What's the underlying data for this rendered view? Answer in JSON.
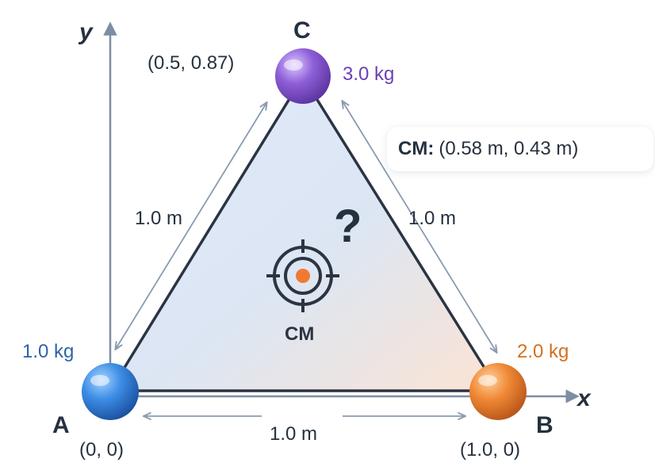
{
  "vertices": {
    "a": {
      "letter": "A",
      "coord": "(0, 0)",
      "mass": "1.0 kg"
    },
    "b": {
      "letter": "B",
      "coord": "(1.0, 0)",
      "mass": "2.0 kg"
    },
    "c": {
      "letter": "C",
      "coord": "(0.5, 0.87)",
      "mass": "3.0 kg"
    }
  },
  "axes": {
    "x": "x",
    "y": "y"
  },
  "sides": {
    "left": "1.0 m",
    "right": "1.0 m",
    "bottom": "1.0 m"
  },
  "center_of_mass": {
    "label": "CM",
    "question": "?",
    "result_prefix": "CM:",
    "result_value": "(0.58 m, 0.43 m)"
  },
  "colors": {
    "mass_a": "#2f6fbf",
    "mass_b": "#e07a2a",
    "mass_c": "#7b4fc4",
    "outline": "#2b3442",
    "axis": "#7d8ea3",
    "cm_dot": "#f07a33"
  },
  "icons": [
    "target-crosshair-icon"
  ]
}
